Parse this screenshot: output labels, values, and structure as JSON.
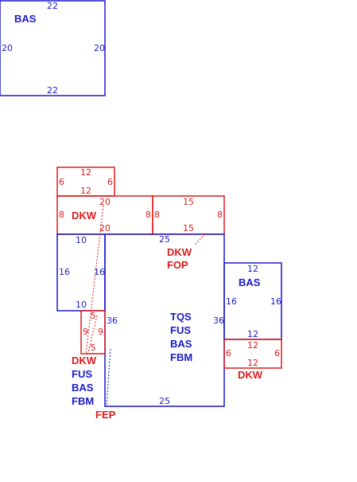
{
  "colors": {
    "blue": "#1a1acc",
    "red": "#dd1c1c"
  },
  "areas": {
    "a1": {
      "label": "BAS",
      "top": "22",
      "bottom": "22",
      "left": "20",
      "right": "20"
    },
    "a2": {
      "top": "12",
      "bottom": "12",
      "left": "6",
      "right": "6"
    },
    "a3": {
      "label": "DKW",
      "top": "20",
      "bottom": "20",
      "left": "8",
      "right": "8"
    },
    "a4": {
      "top": "15",
      "bottom": "15",
      "left": "8",
      "right": "8"
    },
    "a5": {
      "top": "10",
      "bottom": "10",
      "left": "16",
      "right": "16"
    },
    "a6": {
      "top": "25",
      "bottom": "25",
      "left": "36",
      "right": "36",
      "labels": [
        "TQS",
        "FUS",
        "BAS",
        "FBM"
      ]
    },
    "a7": {
      "top": "5",
      "bottom": "5",
      "left": "9",
      "right": "9",
      "labels": [
        "DKW",
        "FUS",
        "BAS",
        "FBM"
      ],
      "extra": "FEP"
    },
    "a8": {
      "label": "BAS",
      "top": "12",
      "bottom": "12",
      "left": "16",
      "right": "16"
    },
    "a9": {
      "label": "DKW",
      "top": "12",
      "bottom": "12",
      "left": "6",
      "right": "6"
    },
    "a10": {
      "labels": [
        "DKW",
        "FOP"
      ]
    }
  }
}
